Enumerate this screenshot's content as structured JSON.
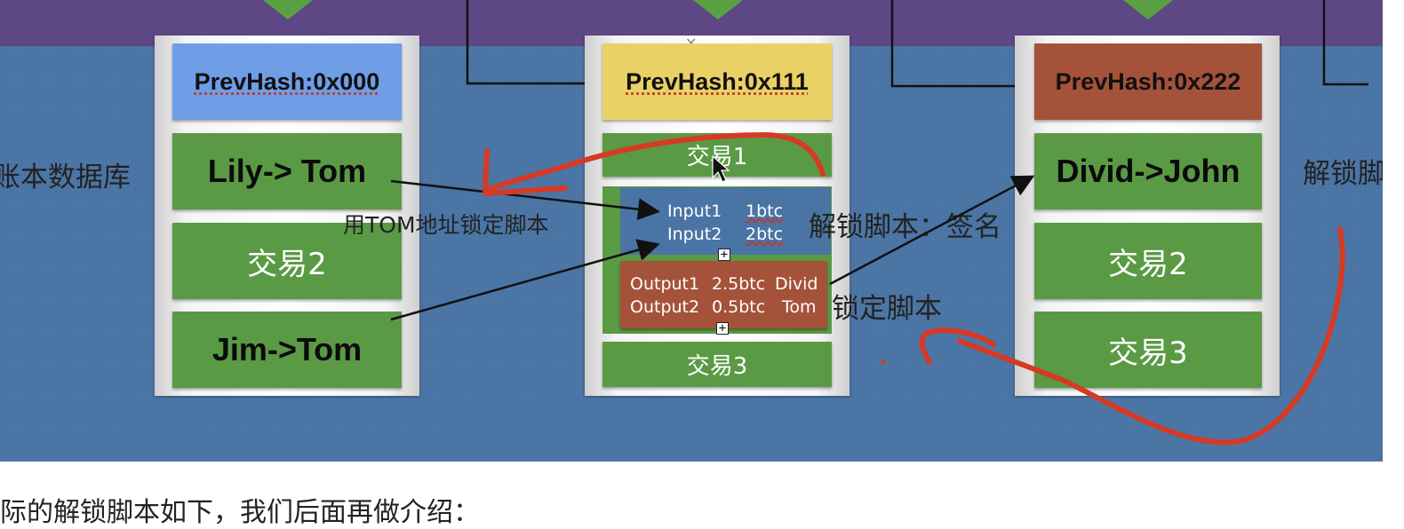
{
  "labels": {
    "left_side": "账本数据库",
    "right_side": "解锁脚",
    "lock_with_tom": "用TOM地址锁定脚本",
    "unlock_script": "解锁脚本：签名",
    "lock_script": "锁定脚本"
  },
  "blocks": [
    {
      "hash": "PrevHash:0x000",
      "hash_color": "#6f9ee6",
      "tx1": "Lily-> Tom",
      "tx2": "交易2",
      "tx3": "Jim->Tom"
    },
    {
      "hash": "PrevHash:0x111",
      "hash_color": "#ead166",
      "tx1": "交易1",
      "tx3": "交易3",
      "inputs": [
        {
          "name": "Input1",
          "amount": "1btc"
        },
        {
          "name": "Input2",
          "amount": "2btc"
        }
      ],
      "outputs": [
        {
          "name": "Output1",
          "amount": "2.5btc",
          "to": "Divid"
        },
        {
          "name": "Output2",
          "amount": "0.5btc",
          "to": "Tom"
        }
      ]
    },
    {
      "hash": "PrevHash:0x222",
      "hash_color": "#a5523a",
      "tx1": "Divid->John",
      "tx2": "交易2",
      "tx3": "交易3"
    }
  ],
  "bottom_caption": "际的解锁脚本如下，我们后面再做介绍：",
  "colors": {
    "annotation_red": "#d63a24",
    "band_purple": "#5d4784",
    "canvas_blue": "#4a74a4",
    "tx_green": "#5a9a45",
    "io_blue": "#4a74a4",
    "io_red": "#a5523a"
  }
}
